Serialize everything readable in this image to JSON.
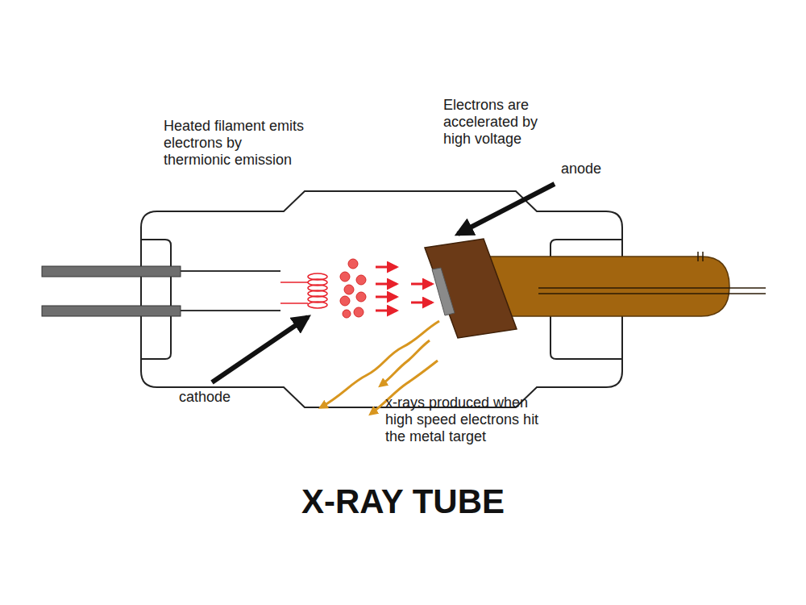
{
  "diagram": {
    "title": "X-RAY TUBE",
    "labels": [
      "Heated filament emits electrons by thermionic emission",
      "Electrons are accelerated by high voltage",
      "anode",
      "cathode",
      "x-rays produced when high speed electrons hit the metal target"
    ]
  }
}
